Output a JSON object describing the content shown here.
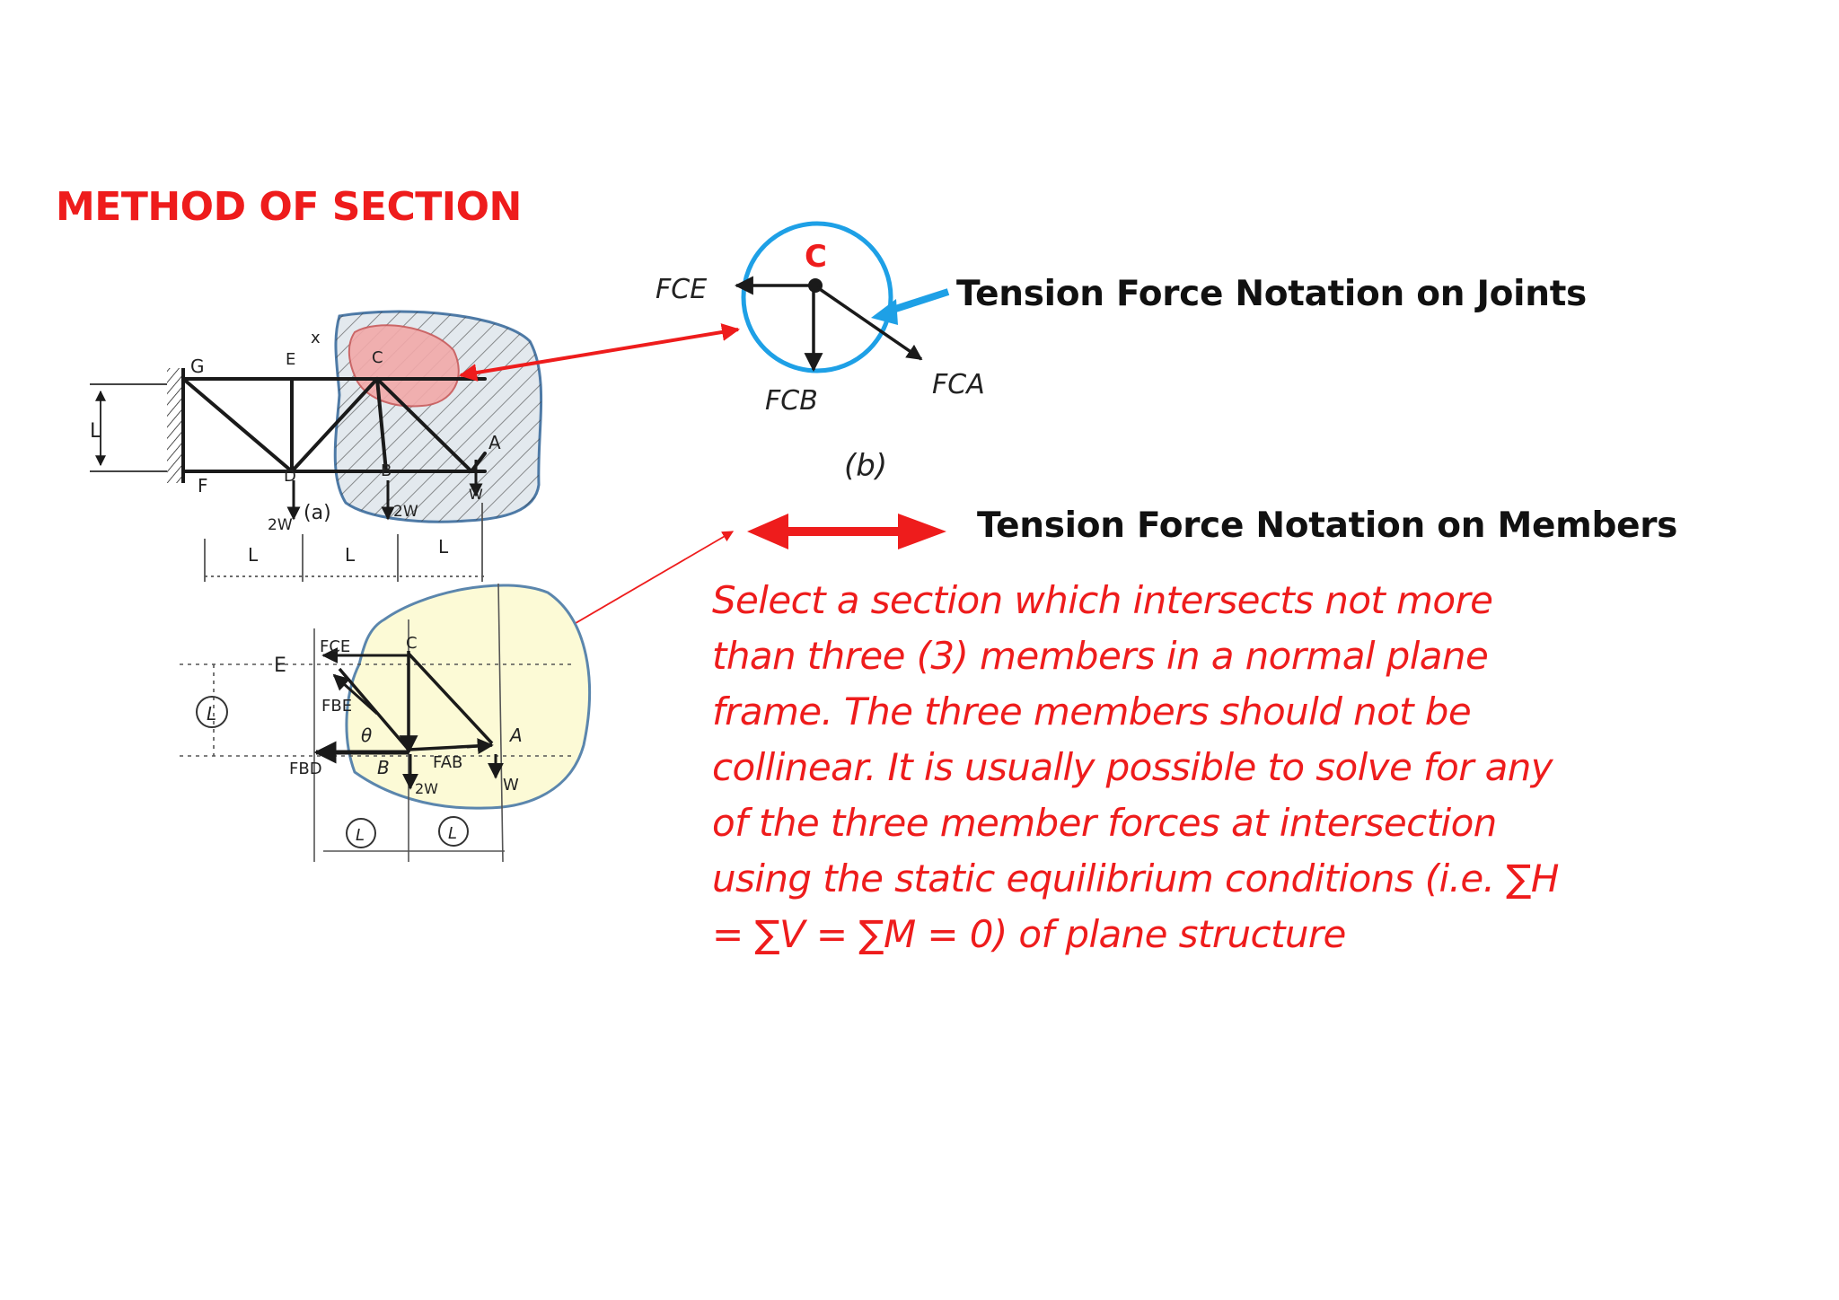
{
  "slide": {
    "title": "METHOD OF SECTION",
    "callout_joints": "Tension Force Notation on Joints",
    "callout_members": "Tension Force Notation on Members",
    "description": "Select a section which intersects not more than three (3) members in a normal plane frame. The three members should not be collinear. It is usually possible to solve for any of the three member forces at intersection using the static equilibrium conditions (i.e. ∑H = ∑V  = ∑M = 0) of plane structure"
  },
  "sketch_a": {
    "nodes": [
      "G",
      "E",
      "C",
      "F",
      "D",
      "B",
      "A"
    ],
    "section_mark": "x",
    "height_label": "L",
    "span_labels": [
      "L",
      "L",
      "L"
    ],
    "loads": [
      "2W",
      "2W",
      "W"
    ],
    "caption": "(a)"
  },
  "joint_c": {
    "node": "C",
    "forces": [
      "FCE",
      "FCB",
      "FCA"
    ],
    "caption": "(b)"
  },
  "free_body": {
    "nodes": [
      "E",
      "C",
      "B",
      "A"
    ],
    "forces": [
      "FCE",
      "FBE",
      "FBD",
      "FAB"
    ],
    "angle": "θ",
    "loads": [
      "2W",
      "W"
    ],
    "dims": [
      "L",
      "L",
      "L"
    ]
  },
  "colors": {
    "title_red": "#ee1c1c",
    "circle_blue": "#1ea0e6",
    "section_fill": "#e8edf0",
    "joint_fill": "#f4b8b8",
    "free_body_fill": "#fcfad6",
    "ink": "#1a1a1a"
  }
}
